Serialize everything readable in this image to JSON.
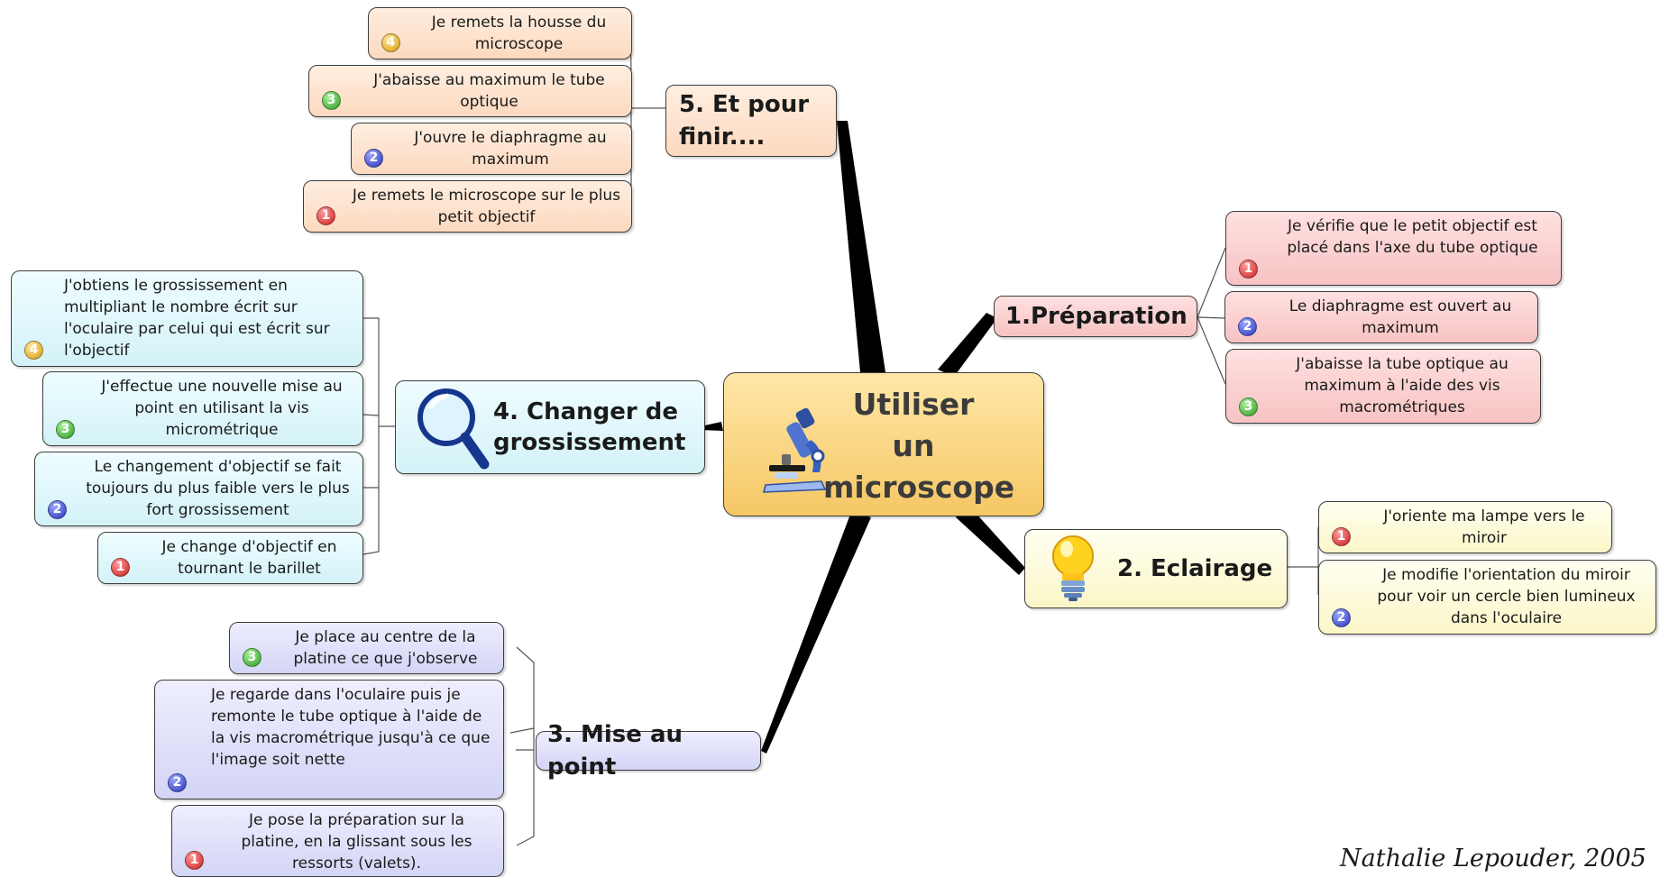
{
  "center": {
    "title_line1": "Utiliser",
    "title_line2": "un",
    "title_line3": "microscope",
    "icon": "microscope-icon"
  },
  "branches": {
    "preparation": {
      "label": "1.Préparation",
      "items": [
        {
          "num": "1",
          "text": "Je vérifie que le petit objectif est placé dans l'axe du tube optique"
        },
        {
          "num": "2",
          "text": "Le diaphragme est ouvert au maximum"
        },
        {
          "num": "3",
          "text": "J'abaisse la tube optique au maximum à l'aide des vis macrométriques"
        }
      ]
    },
    "eclairage": {
      "label": "2. Eclairage",
      "icon": "light-bulb-icon",
      "items": [
        {
          "num": "1",
          "text": "J'oriente ma lampe vers le miroir"
        },
        {
          "num": "2",
          "text": "Je modifie l'orientation du miroir pour voir un cercle bien lumineux dans l'oculaire"
        }
      ]
    },
    "mise_au_point": {
      "label": "3. Mise au point",
      "items": [
        {
          "num": "3",
          "text": "Je place au centre de la platine ce que j'observe"
        },
        {
          "num": "2",
          "text": "Je regarde dans l'oculaire puis je remonte le tube optique à l'aide de la vis macrométrique jusqu'à ce que l'image soit nette"
        },
        {
          "num": "1",
          "text": "Je pose la préparation sur la platine, en la glissant sous les ressorts (valets)."
        }
      ]
    },
    "changer": {
      "label": "4. Changer de grossissement",
      "icon": "magnifying-glass-icon",
      "items": [
        {
          "num": "4",
          "text": "J'obtiens le grossissement en multipliant le nombre écrit sur l'oculaire par celui qui est écrit sur l'objectif"
        },
        {
          "num": "3",
          "text": "J'effectue une nouvelle mise au point en utilisant la vis micrométrique"
        },
        {
          "num": "2",
          "text": "Le changement d'objectif se fait toujours du plus faible vers le plus fort grossissement"
        },
        {
          "num": "1",
          "text": "Je change d'objectif en tournant le barillet"
        }
      ]
    },
    "finir": {
      "label": "5. Et pour finir....",
      "items": [
        {
          "num": "4",
          "text": "Je remets la housse du microscope"
        },
        {
          "num": "3",
          "text": "J'abaisse au maximum le tube optique"
        },
        {
          "num": "2",
          "text": "J'ouvre le diaphragme au maximum"
        },
        {
          "num": "1",
          "text": "Je remets le microscope sur le plus petit objectif"
        }
      ]
    }
  },
  "author": "Nathalie Lepouder, 2005",
  "colors": {
    "center": "#f8d27f",
    "preparation": "#f9cccc",
    "eclairage": "#fdf9d5",
    "mise_au_point": "#dcdcf8",
    "changer": "#ddf5fa",
    "finir": "#fde3cf",
    "badge_1": "#d62b2b",
    "badge_2": "#3540c7",
    "badge_3": "#3aa72c",
    "badge_4": "#e0a21a"
  }
}
